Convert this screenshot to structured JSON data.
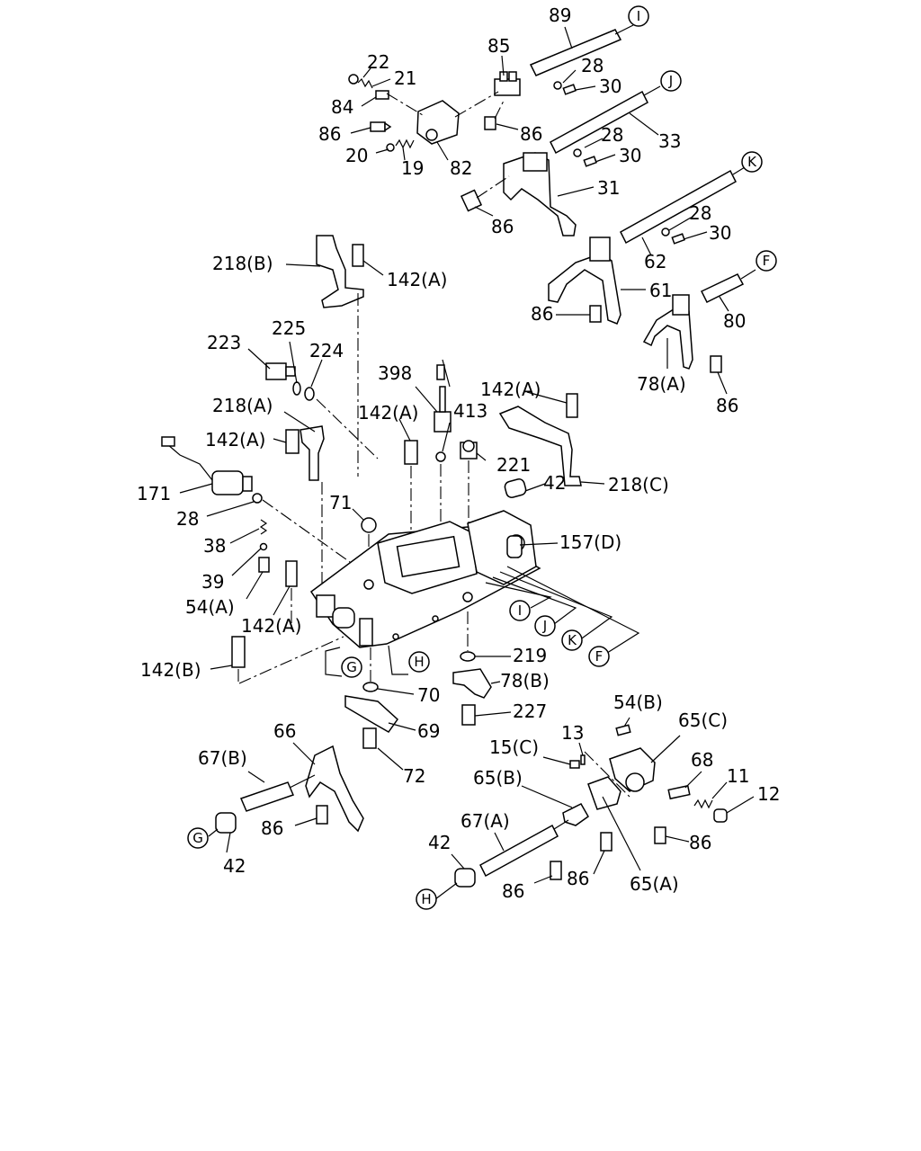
{
  "labels": [
    {
      "id": "l89",
      "text": "89"
    },
    {
      "id": "l85",
      "text": "85"
    },
    {
      "id": "l22",
      "text": "22"
    },
    {
      "id": "l21",
      "text": "21"
    },
    {
      "id": "l28a",
      "text": "28"
    },
    {
      "id": "l30a",
      "text": "30"
    },
    {
      "id": "l84",
      "text": "84"
    },
    {
      "id": "l86a",
      "text": "86"
    },
    {
      "id": "l86b",
      "text": "86"
    },
    {
      "id": "l28b",
      "text": "28"
    },
    {
      "id": "l33",
      "text": "33"
    },
    {
      "id": "l20",
      "text": "20"
    },
    {
      "id": "l19",
      "text": "19"
    },
    {
      "id": "l82",
      "text": "82"
    },
    {
      "id": "l30b",
      "text": "30"
    },
    {
      "id": "l31",
      "text": "31"
    },
    {
      "id": "l86c",
      "text": "86"
    },
    {
      "id": "l28c",
      "text": "28"
    },
    {
      "id": "l30c",
      "text": "30"
    },
    {
      "id": "l218b",
      "text": "218(B)"
    },
    {
      "id": "l142a1",
      "text": "142(A)"
    },
    {
      "id": "l62",
      "text": "62"
    },
    {
      "id": "l61",
      "text": "61"
    },
    {
      "id": "l86d",
      "text": "86"
    },
    {
      "id": "l80",
      "text": "80"
    },
    {
      "id": "l225",
      "text": "225"
    },
    {
      "id": "l223",
      "text": "223"
    },
    {
      "id": "l224",
      "text": "224"
    },
    {
      "id": "l398",
      "text": "398"
    },
    {
      "id": "l78a",
      "text": "78(A)"
    },
    {
      "id": "l142a2",
      "text": "142(A)"
    },
    {
      "id": "l86e",
      "text": "86"
    },
    {
      "id": "l218a",
      "text": "218(A)"
    },
    {
      "id": "l142a3",
      "text": "142(A)"
    },
    {
      "id": "l413",
      "text": "413"
    },
    {
      "id": "l142a4",
      "text": "142(A)"
    },
    {
      "id": "l221",
      "text": "221"
    },
    {
      "id": "l171",
      "text": "171"
    },
    {
      "id": "l42a",
      "text": "42"
    },
    {
      "id": "l218c",
      "text": "218(C)"
    },
    {
      "id": "l71",
      "text": "71"
    },
    {
      "id": "l28d",
      "text": "28"
    },
    {
      "id": "l38",
      "text": "38"
    },
    {
      "id": "l157d",
      "text": "157(D)"
    },
    {
      "id": "l39",
      "text": "39"
    },
    {
      "id": "l54a",
      "text": "54(A)"
    },
    {
      "id": "l142a5",
      "text": "142(A)"
    },
    {
      "id": "l219",
      "text": "219"
    },
    {
      "id": "l142b",
      "text": "142(B)"
    },
    {
      "id": "l78b",
      "text": "78(B)"
    },
    {
      "id": "l70",
      "text": "70"
    },
    {
      "id": "l227",
      "text": "227"
    },
    {
      "id": "l54b",
      "text": "54(B)"
    },
    {
      "id": "l65c",
      "text": "65(C)"
    },
    {
      "id": "l69",
      "text": "69"
    },
    {
      "id": "l66",
      "text": "66"
    },
    {
      "id": "l13",
      "text": "13"
    },
    {
      "id": "l15c",
      "text": "15(C)"
    },
    {
      "id": "l67b",
      "text": "67(B)"
    },
    {
      "id": "l68",
      "text": "68"
    },
    {
      "id": "l72",
      "text": "72"
    },
    {
      "id": "l65b",
      "text": "65(B)"
    },
    {
      "id": "l11",
      "text": "11"
    },
    {
      "id": "l12",
      "text": "12"
    },
    {
      "id": "l86f",
      "text": "86"
    },
    {
      "id": "l67a",
      "text": "67(A)"
    },
    {
      "id": "l86g",
      "text": "86"
    },
    {
      "id": "l42b",
      "text": "42"
    },
    {
      "id": "l42c",
      "text": "42"
    },
    {
      "id": "l86h",
      "text": "86"
    },
    {
      "id": "l86i",
      "text": "86"
    },
    {
      "id": "l65a",
      "text": "65(A)"
    }
  ],
  "letters": [
    {
      "id": "c_i_top",
      "text": "I"
    },
    {
      "id": "c_j_top",
      "text": "J"
    },
    {
      "id": "c_k_top",
      "text": "K"
    },
    {
      "id": "c_f_top",
      "text": "F"
    },
    {
      "id": "c_i_mid",
      "text": "I"
    },
    {
      "id": "c_j_mid",
      "text": "J"
    },
    {
      "id": "c_k_mid",
      "text": "K"
    },
    {
      "id": "c_f_mid",
      "text": "F"
    },
    {
      "id": "c_g_mid",
      "text": "G"
    },
    {
      "id": "c_h_mid",
      "text": "H"
    },
    {
      "id": "c_g_bot",
      "text": "G"
    },
    {
      "id": "c_h_bot",
      "text": "H"
    }
  ]
}
